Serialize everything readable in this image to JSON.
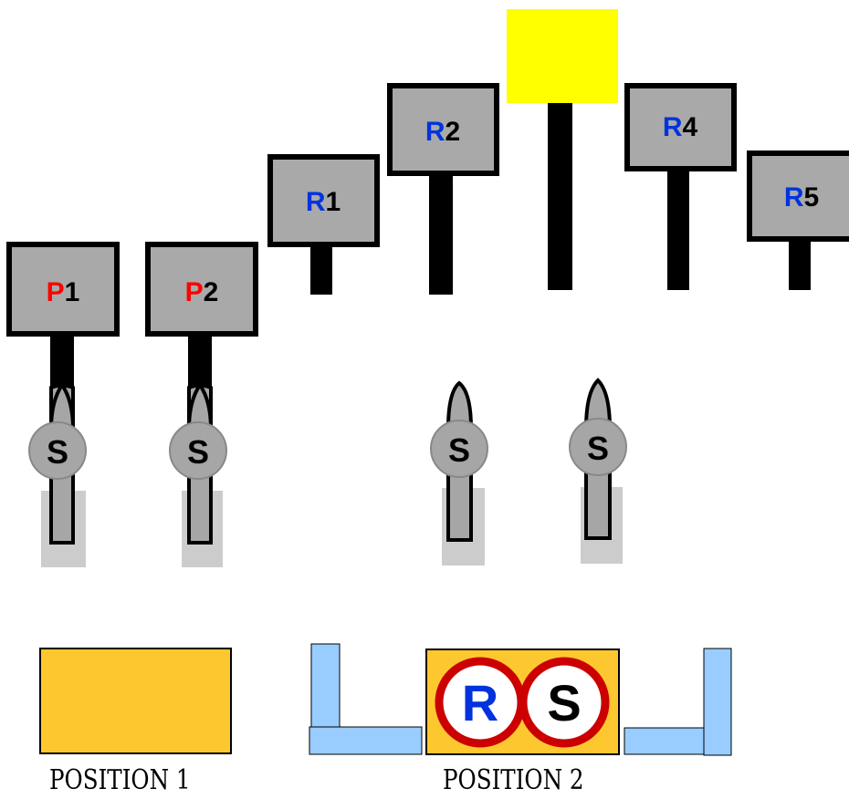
{
  "colors": {
    "sign_fill": "#a9a9a9",
    "pole": "#000000",
    "p_letter": "#ff0000",
    "r_letter": "#0033dd",
    "num_letter": "#000000",
    "top_square": "#ffff00",
    "pad": "#fdc82f",
    "bracket": "#99ccff",
    "ring": "#cc0000",
    "sensor": "#a6a6a6",
    "sensor_shadow": "#cccccc"
  },
  "signs": [
    {
      "prefix": "P",
      "number": "1",
      "kind": "P"
    },
    {
      "prefix": "P",
      "number": "2",
      "kind": "P"
    },
    {
      "prefix": "R",
      "number": "1",
      "kind": "R"
    },
    {
      "prefix": "R",
      "number": "2",
      "kind": "R"
    },
    {
      "prefix": "R",
      "number": "4",
      "kind": "R"
    },
    {
      "prefix": "R",
      "number": "5",
      "kind": "R"
    }
  ],
  "sensor_letter": "S",
  "position_pad_r_letter": "R",
  "position_pad_s_letter": "S",
  "labels": {
    "position1": "POSITION 1",
    "position2": "POSITION 2"
  }
}
